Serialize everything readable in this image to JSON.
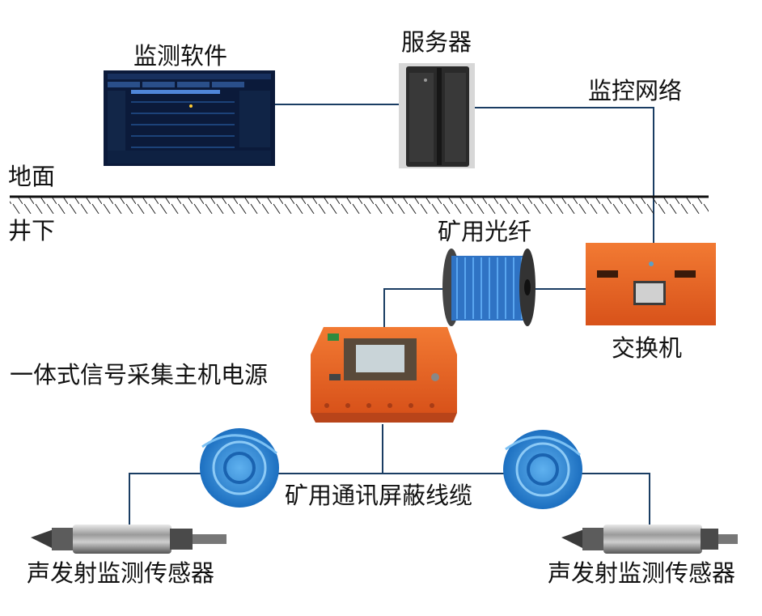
{
  "labels": {
    "software": "监测软件",
    "server": "服务器",
    "network": "监控网络",
    "ground": "地面",
    "underground": "井下",
    "fiber": "矿用光纤",
    "switch": "交换机",
    "host": "一体式信号采集主机电源",
    "cable": "矿用通讯屏蔽线缆",
    "sensor_left": "声发射监测传感器",
    "sensor_right": "声发射监测传感器"
  },
  "colors": {
    "line": "#1a3d63",
    "ground_line": "#111111",
    "orange": "#e8601c",
    "cable_blue": "#2b86d6",
    "server_dark": "#2a2a2a",
    "screen_bg": "#0b1a3a"
  },
  "icons": {
    "software": "monitoring-software-screenshot",
    "server": "tower-server",
    "switch": "orange-mining-switch",
    "fiber": "fiber-cable-reel",
    "host": "orange-signal-collector-box",
    "cable_left": "blue-cable-coil",
    "cable_right": "blue-cable-coil",
    "sensor_left": "acoustic-emission-sensor",
    "sensor_right": "acoustic-emission-sensor"
  }
}
